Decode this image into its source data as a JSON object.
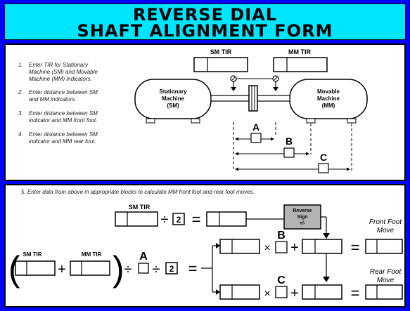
{
  "title": {
    "line1": "REVERSE DIAL",
    "line2": "SHAFT ALIGNMENT FORM"
  },
  "steps": [
    {
      "num": "1.",
      "lines": [
        "Enter TIR for Stationary",
        "Machine (SM) and Movable",
        "Machine (MM) indicators."
      ]
    },
    {
      "num": "2.",
      "lines": [
        "Enter distance between SM",
        "and MM indicators."
      ]
    },
    {
      "num": "3.",
      "lines": [
        "Enter distance between SM",
        "indicator and MM front foot."
      ]
    },
    {
      "num": "4.",
      "lines": [
        "Enter distance between SM",
        "indicator and MM rear foot."
      ]
    }
  ],
  "top_diagram": {
    "sm_tir_label": "SM  TIR",
    "mm_tir_label": "MM TIR",
    "stationary_machine": [
      "Stationary",
      "Machine",
      "(SM)"
    ],
    "movable_machine": [
      "Movable",
      "Machine",
      "(MM)"
    ],
    "dist_a": "A",
    "dist_b": "B",
    "dist_c": "C"
  },
  "step5": "5.  Enter data from above in appropriate blocks to calculate MM front foot and rear foot moves.",
  "calc": {
    "sm_tir_label": "SM  TIR",
    "mm_tir_label": "MM TIR",
    "divide": "÷",
    "two": "2",
    "equals": "=",
    "plus": "+",
    "times": "×",
    "a": "A",
    "b": "B",
    "c": "C",
    "reverse_sign": [
      "Reverse",
      "Sign",
      "+/-"
    ],
    "front_foot": [
      "Front Foot",
      "Move"
    ],
    "rear_foot": [
      "Rear Foot",
      "Move"
    ]
  }
}
